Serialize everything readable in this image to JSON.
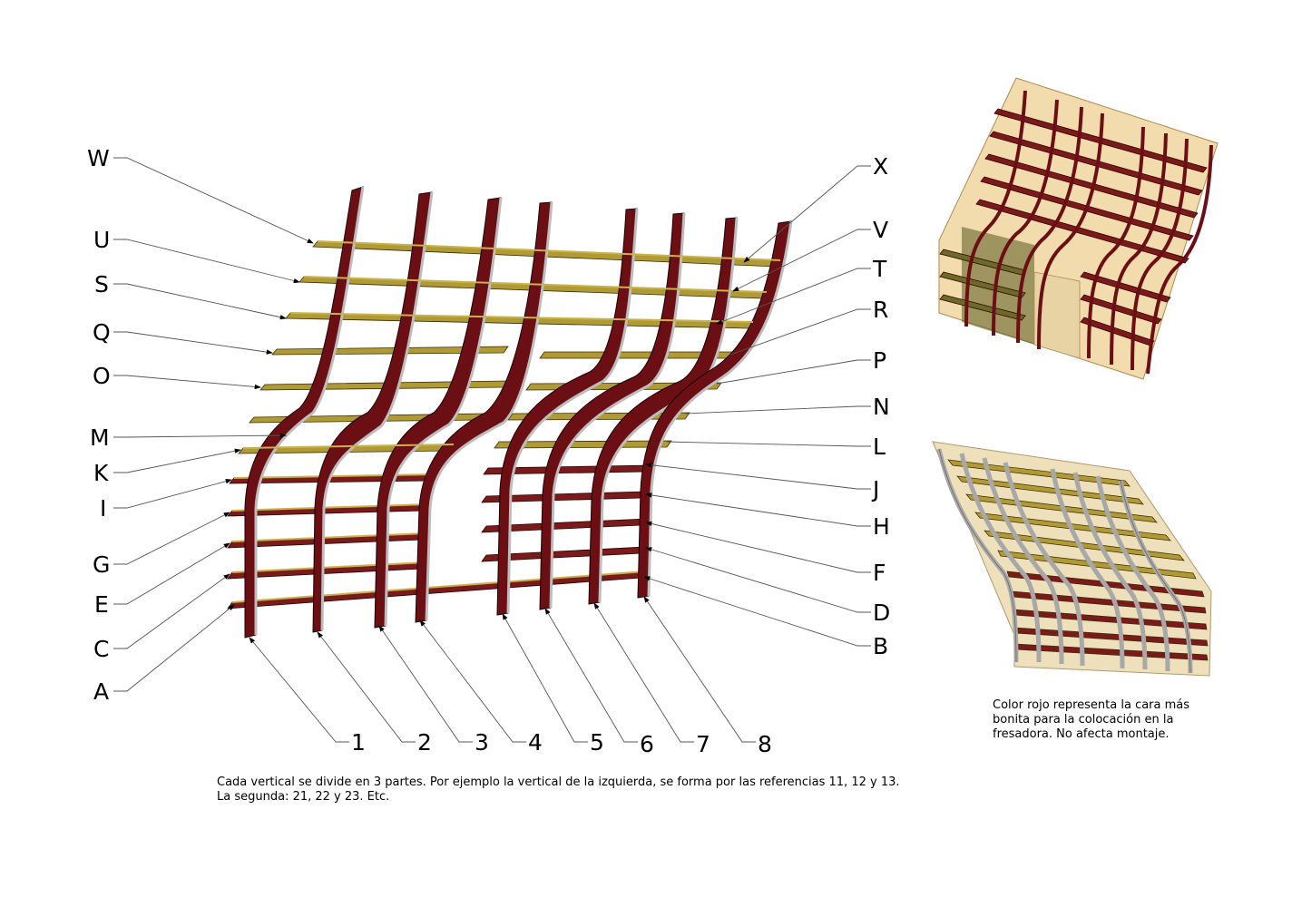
{
  "diagram": {
    "shelf_labels_left": [
      "W",
      "U",
      "S",
      "Q",
      "O",
      "M",
      "K",
      "I",
      "G",
      "E",
      "C",
      "A"
    ],
    "shelf_labels_right": [
      "X",
      "V",
      "T",
      "R",
      "P",
      "N",
      "L",
      "J",
      "H",
      "F",
      "D",
      "B"
    ],
    "vertical_labels": [
      "1",
      "2",
      "3",
      "4",
      "5",
      "6",
      "7",
      "8"
    ]
  },
  "notes": {
    "main_line1": "Cada vertical se divide en 3 partes. Por ejemplo la vertical de la izquierda, se forma por las referencias 11, 12 y 13.",
    "main_line2": "La segunda: 21, 22 y 23. Etc.",
    "side": "Color rojo representa la cara más bonita para la colocación en la fresadora. No afecta montaje."
  },
  "colors": {
    "red_face": "#6b0f14",
    "shelf_face": "#b09a35",
    "panel_back": "#f0d9a8",
    "grey_face": "#c4c4c4"
  }
}
